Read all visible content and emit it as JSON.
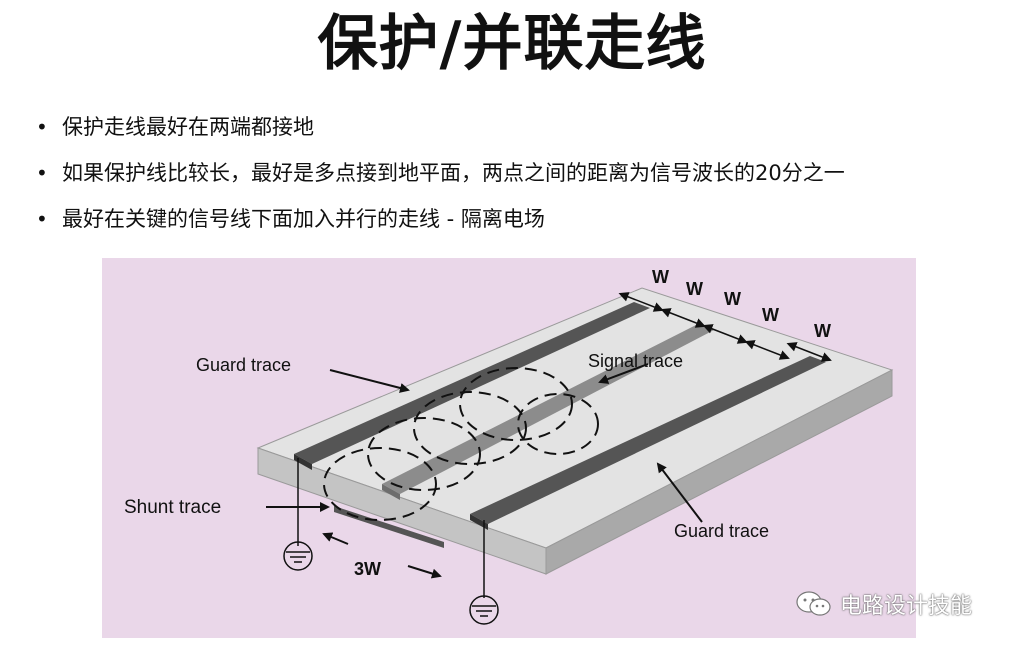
{
  "title": "保护/并联走线",
  "bullets": [
    "保护走线最好在两端都接地",
    "如果保护线比较长，最好是多点接到地平面，两点之间的距离为信号波长的20分之一",
    "最好在关键的信号线下面加入并行的走线 - 隔离电场"
  ],
  "figure": {
    "labels": {
      "guard_trace_top": "Guard trace",
      "signal_trace": "Signal trace",
      "shunt_trace": "Shunt trace",
      "guard_trace_bottom": "Guard trace",
      "spacing_3w": "3W"
    },
    "w_labels": [
      "W",
      "W",
      "W",
      "W",
      "W"
    ],
    "colors": {
      "background": "#ead7e9",
      "board_top": "#e6e6e6",
      "board_side": "#bdbdbd",
      "trace": "#555555",
      "signal": "#8a8a8a"
    }
  },
  "watermark": {
    "text": "电路设计技能",
    "icon": "wechat-icon"
  }
}
